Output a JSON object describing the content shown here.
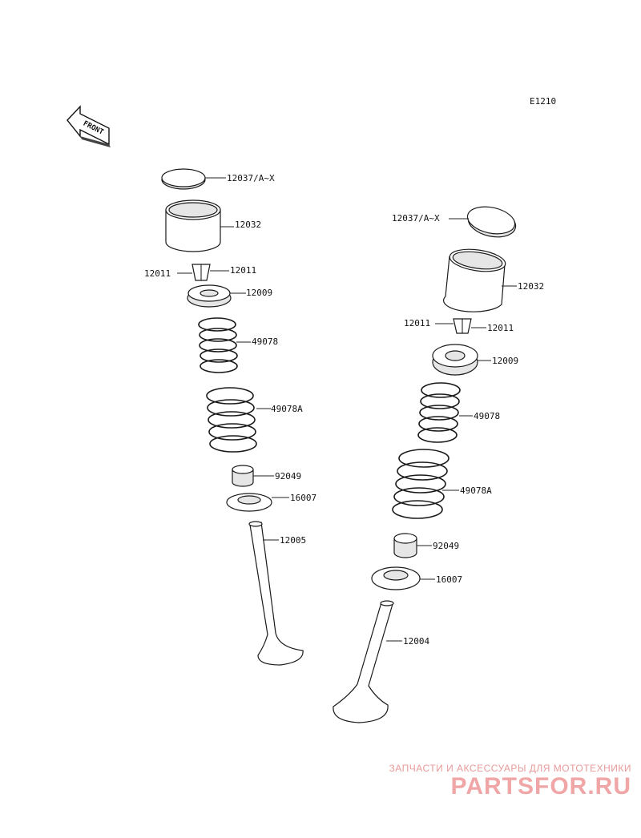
{
  "diagram_code": "E1210",
  "front_label": "FRONT",
  "labels": {
    "l_shim": "12037/A~X",
    "l_lifter": "12032",
    "l_cotter_left": "12011",
    "l_cotter_right": "12011",
    "l_retainer": "12009",
    "l_spring_inner": "49078",
    "l_spring_outer": "49078A",
    "l_seal": "92049",
    "l_seat": "16007",
    "l_valve": "12005",
    "r_shim": "12037/A~X",
    "r_lifter": "12032",
    "r_cotter_left": "12011",
    "r_cotter_right": "12011",
    "r_retainer": "12009",
    "r_spring_inner": "49078",
    "r_spring_outer": "49078A",
    "r_seal": "92049",
    "r_seat": "16007",
    "r_valve": "12004"
  },
  "watermark": {
    "tagline": "ЗАПЧАСТИ И АКСЕССУАРЫ ДЛЯ МОТОТЕХНИКИ",
    "logo": "PARTSFOR.RU"
  }
}
